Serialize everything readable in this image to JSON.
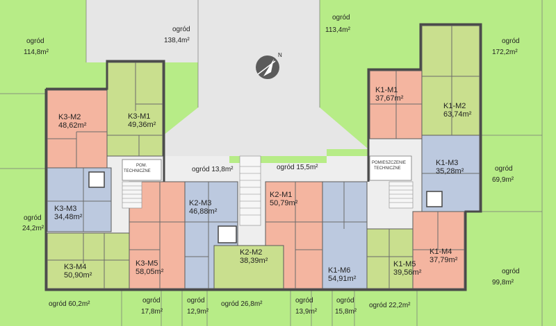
{
  "colors": {
    "garden": "#b7ec87",
    "courtyard": "#e6e6e6",
    "salmon": "#f4b5a0",
    "olive": "#c9df8e",
    "blue": "#bcc9df",
    "corridor": "#eeeeee",
    "wall": "#5a5a5a"
  },
  "compass": {
    "label": "N",
    "icon": "compass-icon"
  },
  "apartments": [
    {
      "id": "K3-M2",
      "name": "K3-M2",
      "area": "48,62m²"
    },
    {
      "id": "K3-M1",
      "name": "K3-M1",
      "area": "49,36m²"
    },
    {
      "id": "K3-M3",
      "name": "K3-M3",
      "area": "34,48m²"
    },
    {
      "id": "K3-M4",
      "name": "K3-M4",
      "area": "50,90m²"
    },
    {
      "id": "K3-M5",
      "name": "K3-M5",
      "area": "58,05m²"
    },
    {
      "id": "K2-M3",
      "name": "K2-M3",
      "area": "46,88m²"
    },
    {
      "id": "K2-M1",
      "name": "K2-M1",
      "area": "50,79m²"
    },
    {
      "id": "K2-M2",
      "name": "K2-M2",
      "area": "38,39m²"
    },
    {
      "id": "K1-M6",
      "name": "K1-M6",
      "area": "54,91m²"
    },
    {
      "id": "K1-M5",
      "name": "K1-M5",
      "area": "39,56m²"
    },
    {
      "id": "K1-M4",
      "name": "K1-M4",
      "area": "37,79m²"
    },
    {
      "id": "K1-M1",
      "name": "K1-M1",
      "area": "37,67m²"
    },
    {
      "id": "K1-M2",
      "name": "K1-M2",
      "area": "63,74m²"
    },
    {
      "id": "K1-M3",
      "name": "K1-M3",
      "area": "35,28m²"
    }
  ],
  "gardens": [
    {
      "id": "g1",
      "label": "ogród",
      "area": "114,8m²"
    },
    {
      "id": "g2",
      "label": "ogród",
      "area": "138,4m²"
    },
    {
      "id": "g3",
      "label": "ogród",
      "area": "113,4m²"
    },
    {
      "id": "g4",
      "label": "ogród",
      "area": "172,2m²"
    },
    {
      "id": "g5",
      "label": "ogród",
      "area": "69,9m²"
    },
    {
      "id": "g6",
      "label": "ogród",
      "area": "24,2m²"
    },
    {
      "id": "g7",
      "label": "ogród",
      "area": "99,8m²"
    }
  ],
  "gardens_inline": [
    {
      "id": "gi1",
      "text": "ogród 13,8m²"
    },
    {
      "id": "gi2",
      "text": "ogród 15,5m²"
    },
    {
      "id": "gi3",
      "text": "ogród 60,2m²"
    },
    {
      "id": "gi4",
      "text": "ogród 26,8m²"
    },
    {
      "id": "gi5",
      "text": "ogród 22,2m²"
    }
  ],
  "gardens_bottom": [
    {
      "id": "gb1",
      "label": "ogród",
      "area": "17,8m²"
    },
    {
      "id": "gb2",
      "label": "ogród",
      "area": "12,9m²"
    },
    {
      "id": "gb3",
      "label": "ogród",
      "area": "13,9m²"
    },
    {
      "id": "gb4",
      "label": "ogród",
      "area": "15,8m²"
    }
  ],
  "technical_rooms": [
    {
      "id": "t1",
      "line1": "POM.",
      "line2": "TECHNICZNE"
    },
    {
      "id": "t2",
      "line1": "POMIESZCZENIE",
      "line2": "TECHNICZNE"
    }
  ]
}
